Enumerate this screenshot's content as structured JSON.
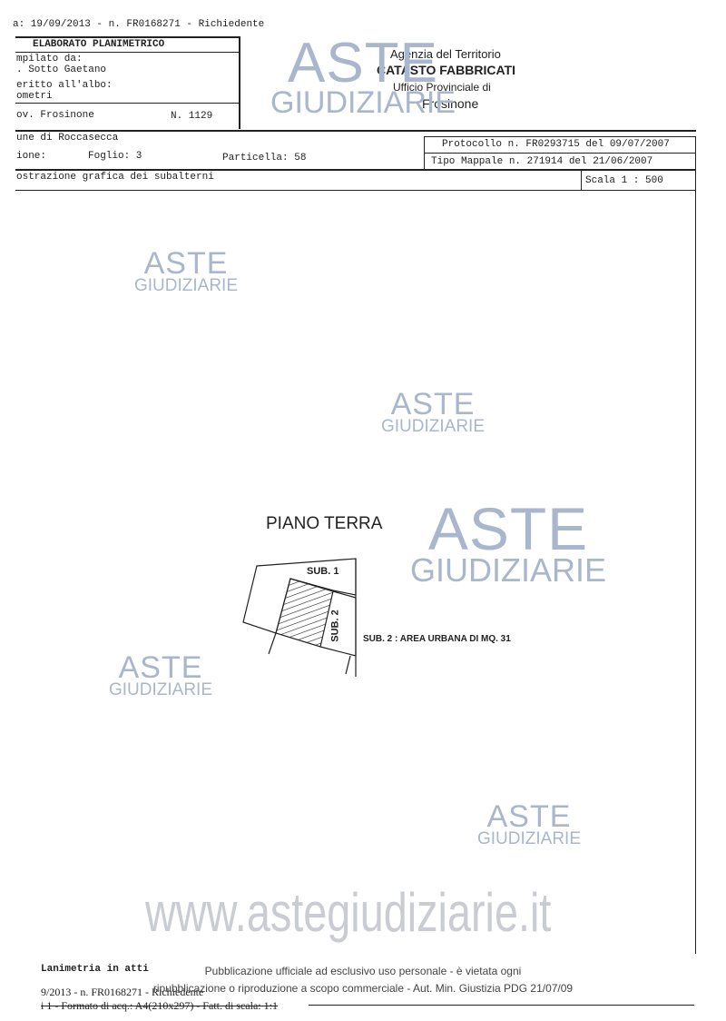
{
  "header_line": "a: 19/09/2013 -   n. FR0168271 - Richiedente",
  "left_box": {
    "title": "ELABORATO PLANIMETRICO",
    "compilato_label": "mpilato da:",
    "compilato_name": ". Sotto Gaetano",
    "iscritto_label": "eritto all'albo:",
    "iscritto_value": "ometri",
    "prov": "ov. Frosinone",
    "numero": "N.  1129"
  },
  "agency": {
    "line1": "Agenzia del Territorio",
    "line2": "CATASTO FABBRICATI",
    "line3": "Ufficio Provinciale di",
    "line4": "Frosinone"
  },
  "info": {
    "comune": "une di Roccasecca",
    "sezione": "ione:",
    "foglio": "Foglio: 3",
    "particella": "Particella: 58",
    "protocollo": "Protocollo n. FR0293715 del 09/07/2007",
    "tipo_mappale": "Tipo Mappale n. 271914   del 21/06/2007",
    "dimostrazione": "ostrazione grafica dei subalterni",
    "scala": "Scala 1 : 500"
  },
  "drawing": {
    "floor_title": "PIANO TERRA",
    "sub1": "SUB. 1",
    "sub2_vertical": "SUB. 2",
    "legend": "SUB. 2 : AREA URBANA DI MQ. 31"
  },
  "watermark": {
    "aste": "ASTE",
    "giudiziarie": "GIUDIZIARIE",
    "site": "www.astegiudiziarie.it",
    "color": "#a9b6cc"
  },
  "footer": {
    "planimetria": "Lanimetria in atti",
    "line2": "9/2013 - n. FR0168271 - Richiedente",
    "line3": "i 1 - Formato di acq.: A4(210x297) - Fatt. di scala: 1:1",
    "notice1": "Pubblicazione ufficiale ad esclusivo uso personale - è vietata ogni",
    "notice2": "ripubblicazione o riproduzione a scopo commerciale - Aut. Min. Giustizia PDG 21/07/09"
  }
}
